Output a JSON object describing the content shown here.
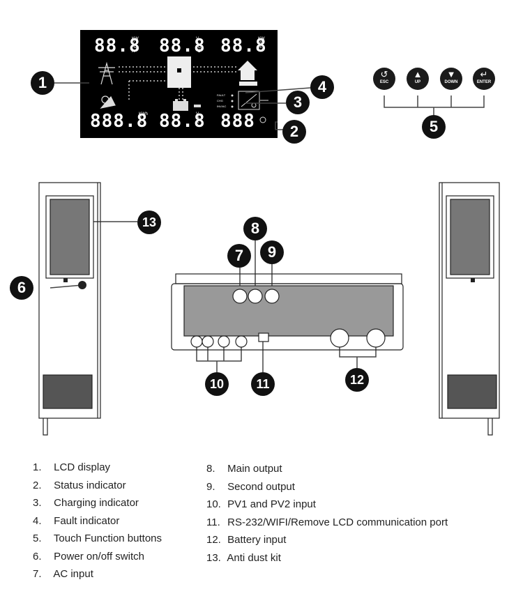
{
  "lcd": {
    "top_left_digits": "88.8",
    "top_left_units": [
      "KW",
      "V",
      "Hz",
      "A"
    ],
    "top_mid_digits": "88.8",
    "top_mid_units": [
      "V",
      "A",
      "Hz",
      "°C"
    ],
    "top_right_digits": "88.8",
    "top_right_units": [
      "KW",
      "VA",
      "%"
    ],
    "bottom_left_digits": "888.8",
    "bottom_left_units": [
      "KWh",
      "V",
      "A"
    ],
    "bottom_mid_digits": "88.8",
    "bottom_mid_units": [
      "V",
      "%",
      "A"
    ],
    "bottom_right_digits": "888",
    "indicator_labels": [
      "FAULT",
      "CHG",
      "INV/AC"
    ]
  },
  "callouts": [
    "1",
    "2",
    "3",
    "4",
    "5",
    "6",
    "7",
    "8",
    "9",
    "10",
    "11",
    "12",
    "13"
  ],
  "buttons": [
    {
      "label": "ESC",
      "icon": "return-arrow-icon"
    },
    {
      "label": "UP",
      "icon": "triangle-up-icon"
    },
    {
      "label": "DOWN",
      "icon": "triangle-down-icon"
    },
    {
      "label": "ENTER",
      "icon": "enter-arrow-icon"
    }
  ],
  "legend_left": [
    {
      "num": "1.",
      "text": "LCD display"
    },
    {
      "num": "2.",
      "text": "Status indicator"
    },
    {
      "num": "3.",
      "text": "Charging indicator"
    },
    {
      "num": "4.",
      "text": "Fault indicator"
    },
    {
      "num": "5.",
      "text": "Touch Function buttons"
    },
    {
      "num": "6.",
      "text": "Power on/off switch"
    },
    {
      "num": "7.",
      "text": "AC input"
    }
  ],
  "legend_right": [
    {
      "num": "8.",
      "text": "Main output"
    },
    {
      "num": "9.",
      "text": "Second output"
    },
    {
      "num": "10.",
      "text": "PV1 and PV2 input"
    },
    {
      "num": "11.",
      "text": "RS-232/WIFI/Remove LCD communication port"
    },
    {
      "num": "12.",
      "text": "Battery input"
    },
    {
      "num": "13.",
      "text": "Anti dust kit"
    }
  ]
}
